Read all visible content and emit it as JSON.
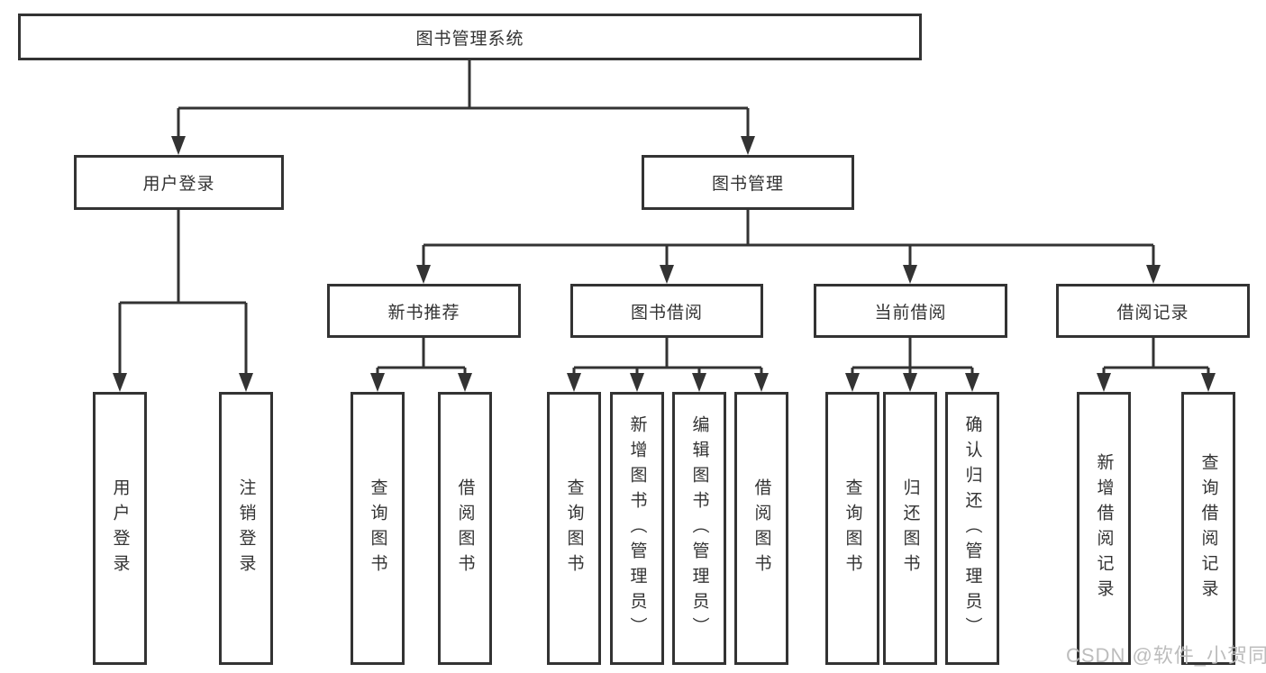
{
  "diagram": {
    "type": "hierarchy-tree",
    "root": "图书管理系统",
    "branches": {
      "user_login": {
        "label": "用户登录",
        "children": {
          "login": "用户登录",
          "logout": "注销登录"
        }
      },
      "book_mgmt": {
        "label": "图书管理",
        "sections": {
          "new_book": {
            "label": "新书推荐",
            "children": {
              "query": "查询图书",
              "borrow": "借阅图书"
            }
          },
          "borrowing": {
            "label": "图书借阅",
            "children": {
              "query": "查询图书",
              "add": "新增图书（管理员）",
              "edit": "编辑图书（管理员）",
              "borrow": "借阅图书"
            }
          },
          "current": {
            "label": "当前借阅",
            "children": {
              "query": "查询图书",
              "return": "归还图书",
              "confirm": "确认归还（管理员）"
            }
          },
          "records": {
            "label": "借阅记录",
            "children": {
              "add": "新增借阅记录",
              "query": "查询借阅记录"
            }
          }
        }
      }
    }
  },
  "watermark": "CSDN @软件_小贺同学",
  "colors": {
    "line": "#333333",
    "box_border": "#333333",
    "text": "#333333",
    "background": "#ffffff",
    "watermark": "#bdbdbd"
  }
}
